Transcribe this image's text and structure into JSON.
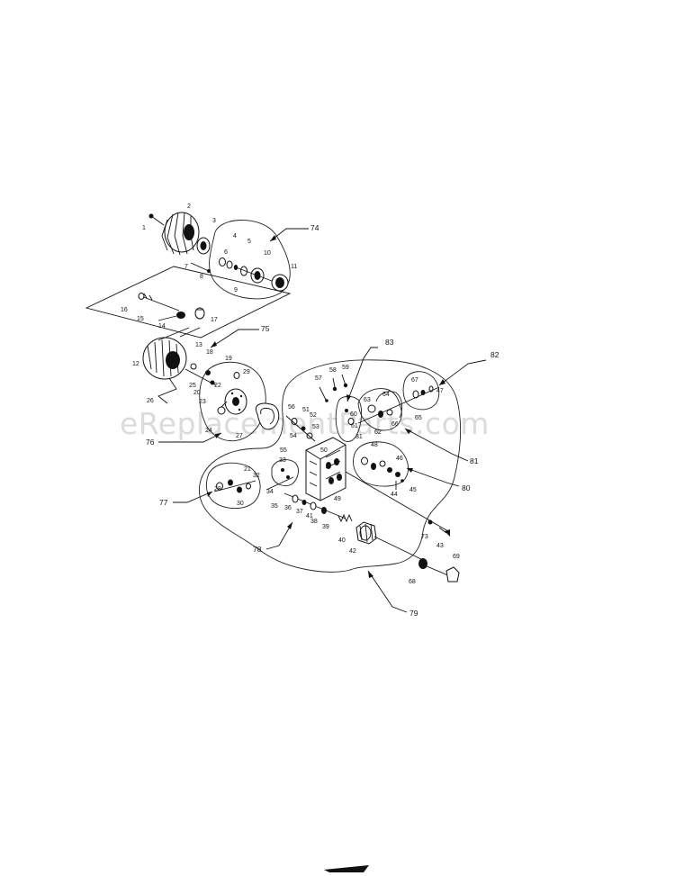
{
  "watermark": "eReplacementParts.com",
  "callouts": [
    "74",
    "75",
    "76",
    "77",
    "78",
    "79",
    "80",
    "81",
    "82",
    "83"
  ],
  "part_numbers": [
    "1",
    "2",
    "3",
    "4",
    "5",
    "6",
    "7",
    "8",
    "9",
    "10",
    "11",
    "12",
    "13",
    "14",
    "15",
    "16",
    "17",
    "18",
    "19",
    "20",
    "21",
    "22",
    "23",
    "24",
    "25",
    "26",
    "27",
    "28",
    "29",
    "30",
    "31",
    "32",
    "33",
    "34",
    "35",
    "36",
    "37",
    "38",
    "39",
    "40",
    "41",
    "42",
    "43",
    "44",
    "45",
    "46",
    "47",
    "48",
    "49",
    "50",
    "51",
    "52",
    "53",
    "54",
    "55",
    "56",
    "57",
    "58",
    "59",
    "60",
    "61",
    "62",
    "63",
    "64",
    "65",
    "66",
    "67",
    "68",
    "69",
    "73"
  ]
}
